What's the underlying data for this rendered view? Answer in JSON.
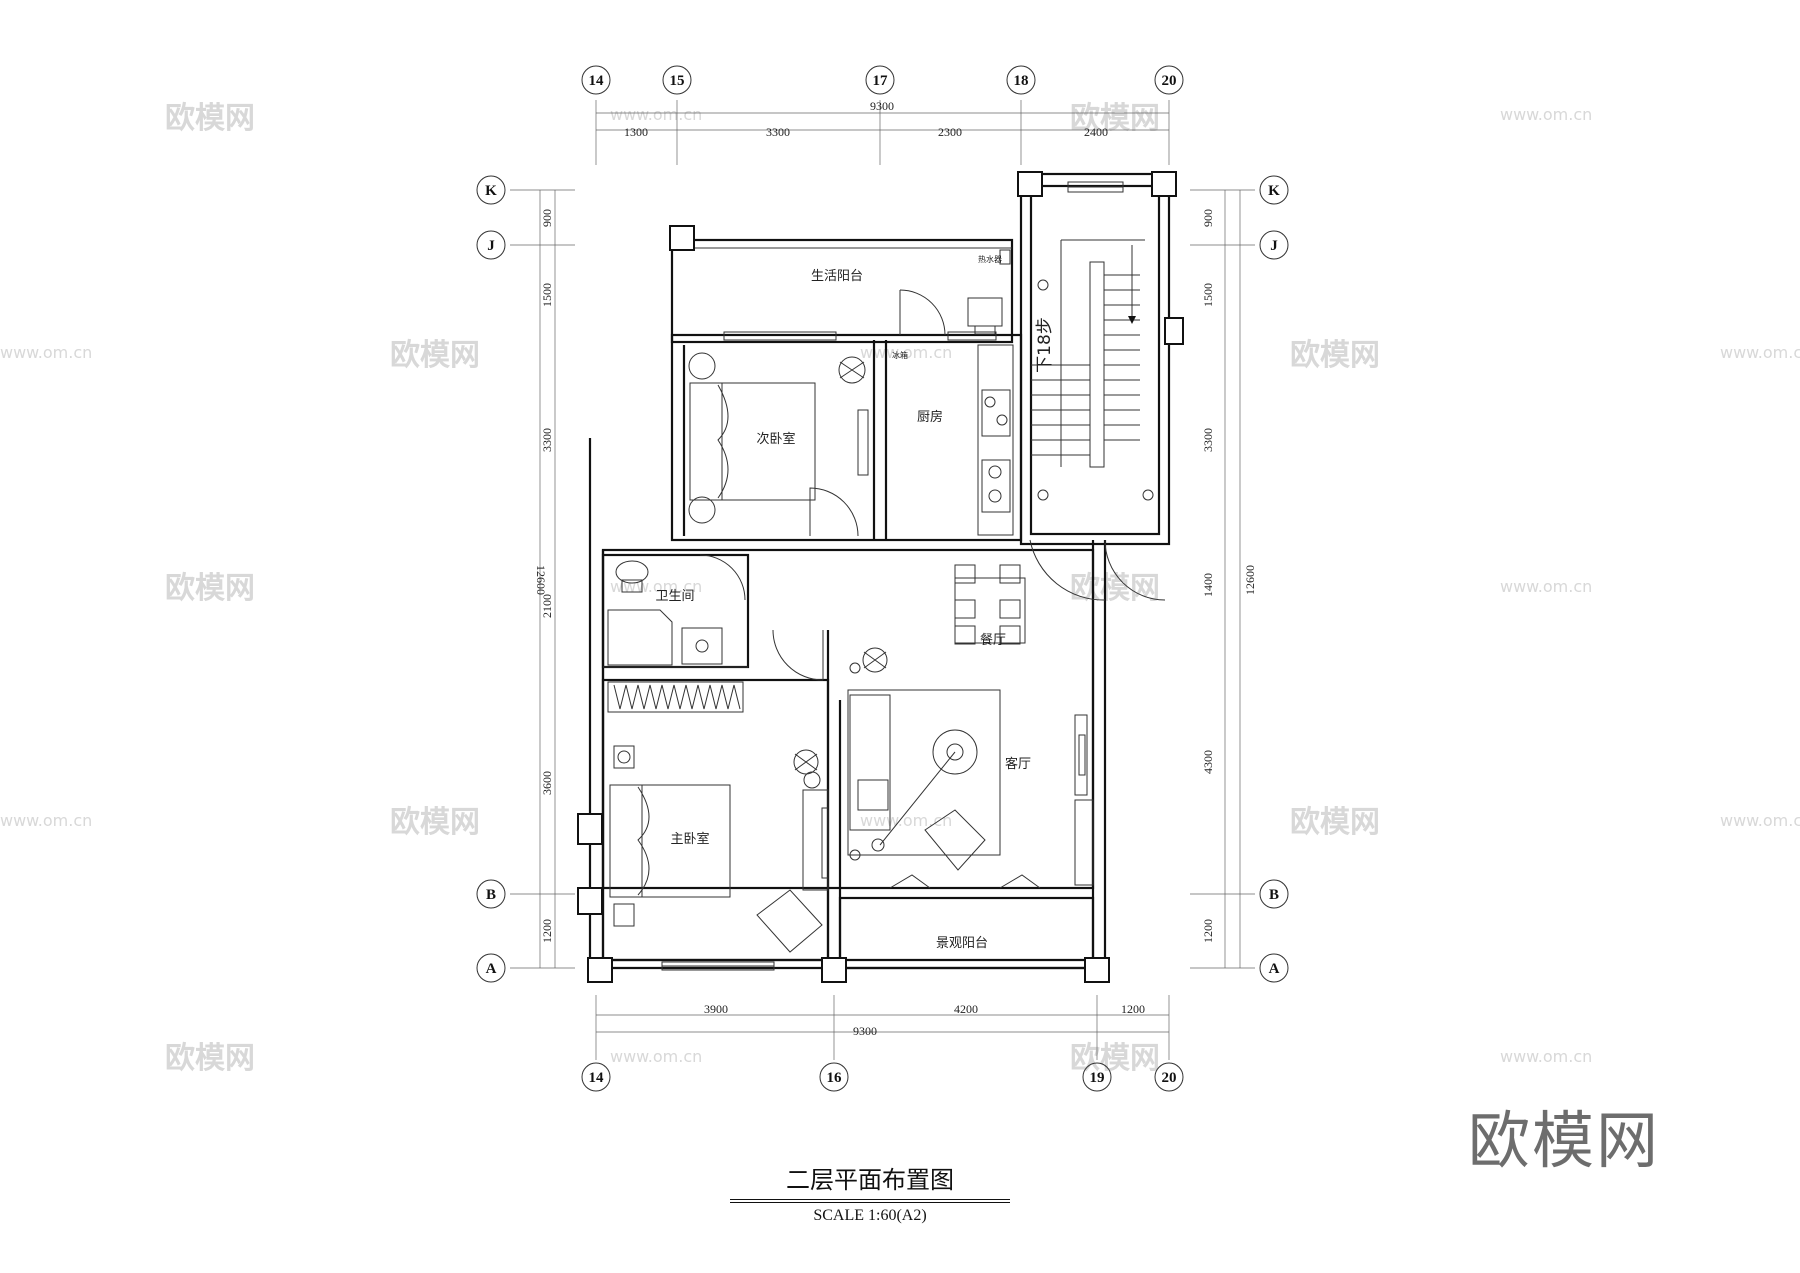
{
  "drawing": {
    "title": "二层平面布置图",
    "scale": "SCALE   1:60(A2)"
  },
  "brand": {
    "logo_text": "欧模网",
    "watermark_text": "欧模网",
    "watermark_url": "www.om.cn"
  },
  "axes": {
    "top": [
      "14",
      "15",
      "17",
      "18",
      "20"
    ],
    "bottom": [
      "14",
      "16",
      "19",
      "20"
    ],
    "left": [
      "K",
      "J",
      "B",
      "A"
    ],
    "right": [
      "K",
      "J",
      "B",
      "A"
    ]
  },
  "dimensions": {
    "top_total": "9300",
    "top_segments": [
      "1300",
      "3300",
      "2300",
      "2400"
    ],
    "bottom_segments": [
      "3900",
      "4200",
      "1200"
    ],
    "bottom_total": "9300",
    "left_segments": [
      "900",
      "1500",
      "3300",
      "2100",
      "3600",
      "1200"
    ],
    "left_total": "12600",
    "right_segments": [
      "900",
      "1500",
      "3300",
      "1400",
      "4300",
      "1200"
    ],
    "right_total": "12600"
  },
  "rooms": {
    "service_balcony": "生活阳台",
    "second_bedroom": "次卧室",
    "kitchen": "厨房",
    "bathroom": "卫生间",
    "dining": "餐厅",
    "living": "客厅",
    "master_bedroom": "主卧室",
    "view_balcony": "景观阳台",
    "stairs": "下18步"
  },
  "small_labels": {
    "water_heater": "热水器",
    "fridge": "冰箱"
  }
}
